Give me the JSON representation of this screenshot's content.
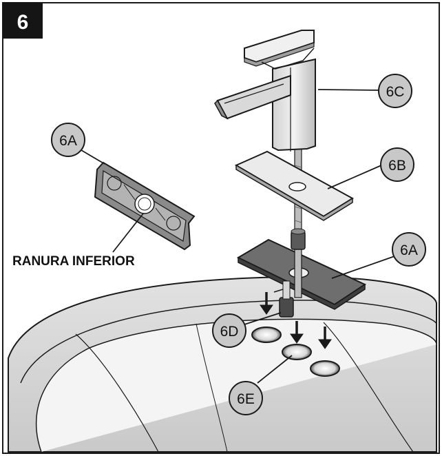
{
  "step": {
    "number": "6"
  },
  "callouts": [
    {
      "id": "6A",
      "text": "6A"
    },
    {
      "id": "6B",
      "text": "6B"
    },
    {
      "id": "6C",
      "text": "6C"
    },
    {
      "id": "6A",
      "text": "6A"
    },
    {
      "id": "6D",
      "text": "6D"
    },
    {
      "id": "6E",
      "text": "6E"
    }
  ],
  "annotations": {
    "bottom_groove": "RANURA INFERIOR"
  },
  "colors": {
    "line": "#1a1a1a",
    "callout_fill": "#c8c8c8",
    "gasket": "#8a8a8a",
    "chrome": "#e6e6e6"
  }
}
